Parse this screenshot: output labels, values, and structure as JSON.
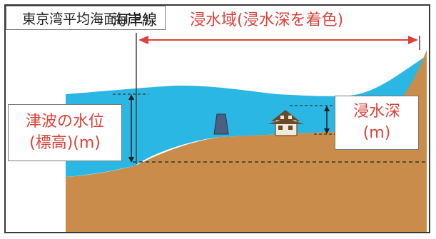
{
  "labels": {
    "coastline": "海岸線",
    "inundation_area": "浸水域(浸水深を着色)",
    "tsunami_level_line1": "津波の水位",
    "tsunami_level_line2": "(標高)(m)",
    "inundation_depth_line1": "浸水深",
    "inundation_depth_line2": "(m)",
    "datum": "東京湾平均海面(T.P.)"
  },
  "colors": {
    "water": "#2ab7e3",
    "land": "#c98c4a",
    "accent_text": "#d9433a",
    "arrow": "#d9433a",
    "house": "#f3ead8",
    "seawall": "#4b5f80"
  },
  "icons": {
    "house": "house-icon",
    "seawall": "seawall-icon"
  }
}
